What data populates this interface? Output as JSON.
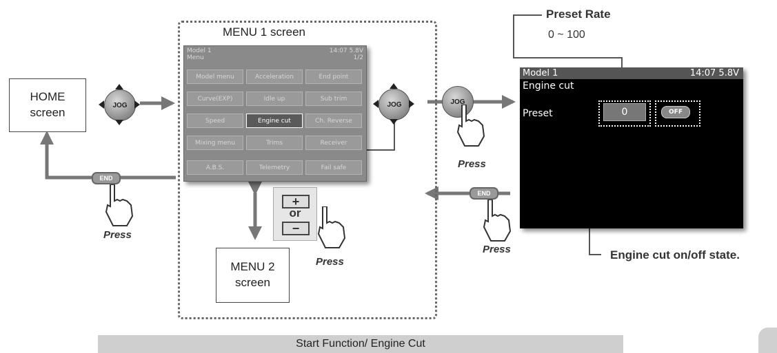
{
  "home_box": {
    "line1": "HOME",
    "line2": "screen"
  },
  "menu1": {
    "title": "MENU 1 screen",
    "lcd_header_left": "Model 1",
    "lcd_header_left2": "Menu",
    "lcd_header_right": "14:07 5.8V",
    "lcd_header_right2": "1/2",
    "buttons": [
      {
        "label": "Model menu"
      },
      {
        "label": "Acceleration"
      },
      {
        "label": "End point"
      },
      {
        "label": "Curve(EXP)"
      },
      {
        "label": "Idle up"
      },
      {
        "label": "Sub trim"
      },
      {
        "label": "Speed"
      },
      {
        "label": "Engine cut"
      },
      {
        "label": "Ch. Reverse"
      },
      {
        "label": "Mixing menu"
      },
      {
        "label": "Trims"
      },
      {
        "label": "Receiver"
      },
      {
        "label": "A.B.S."
      },
      {
        "label": "Telemetry"
      },
      {
        "label": "Fail safe"
      }
    ]
  },
  "menu2_box": {
    "line1": "MENU 2",
    "line2": "screen"
  },
  "plusminus": {
    "plus": "+",
    "or": "or",
    "minus": "−"
  },
  "jog_label": "JOG",
  "end_label": "END",
  "press_label": "Press",
  "preset_rate": {
    "title": "Preset Rate",
    "range": "0 ~ 100"
  },
  "engine_cut_screen": {
    "header_left": "Model 1",
    "header_right": "14:07 5.8V",
    "title": "Engine cut",
    "preset_label": "Preset",
    "preset_value": "0",
    "state_value": "OFF"
  },
  "engine_cut_state_label": "Engine cut on/off state.",
  "footer": "Start Function/ Engine Cut"
}
